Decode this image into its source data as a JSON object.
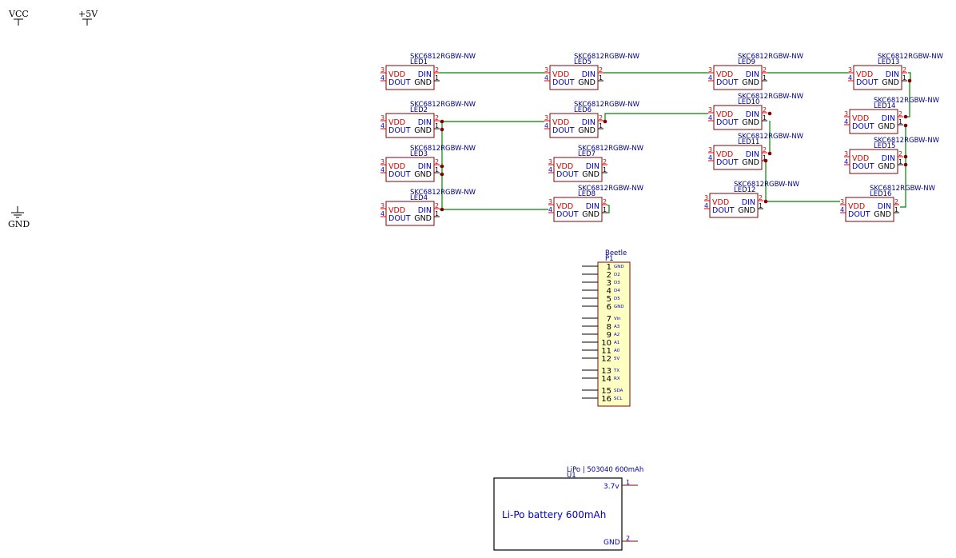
{
  "power": {
    "vcc": "VCC",
    "p5v": "+5V",
    "gnd": "GND"
  },
  "led_part": "SKC6812RGBW-NW",
  "leds": [
    {
      "ref": "LED1"
    },
    {
      "ref": "LED2"
    },
    {
      "ref": "LED3"
    },
    {
      "ref": "LED4"
    },
    {
      "ref": "LED5"
    },
    {
      "ref": "LED6"
    },
    {
      "ref": "LED7"
    },
    {
      "ref": "LED8"
    },
    {
      "ref": "LED9"
    },
    {
      "ref": "LED10"
    },
    {
      "ref": "LED11"
    },
    {
      "ref": "LED12"
    },
    {
      "ref": "LED13"
    },
    {
      "ref": "LED14"
    },
    {
      "ref": "LED15"
    },
    {
      "ref": "LED16"
    }
  ],
  "led_pins": {
    "vdd": "VDD",
    "dout": "DOUT",
    "din": "DIN",
    "gnd": "GND",
    "n_vdd": "3",
    "n_dout": "4",
    "n_din": "2",
    "n_gnd": "1"
  },
  "connector": {
    "name": "Beetle",
    "ref": "P1",
    "pins": [
      {
        "num": "1",
        "label": "GND"
      },
      {
        "num": "2",
        "label": "D2"
      },
      {
        "num": "3",
        "label": "D3"
      },
      {
        "num": "4",
        "label": "D4"
      },
      {
        "num": "5",
        "label": "D5"
      },
      {
        "num": "6",
        "label": "GND"
      },
      {
        "num": "7",
        "label": "Vin"
      },
      {
        "num": "8",
        "label": "A3"
      },
      {
        "num": "9",
        "label": "A2"
      },
      {
        "num": "10",
        "label": "A1"
      },
      {
        "num": "11",
        "label": "A0"
      },
      {
        "num": "12",
        "label": "5V"
      },
      {
        "num": "13",
        "label": "TX"
      },
      {
        "num": "14",
        "label": "RX"
      },
      {
        "num": "15",
        "label": "SDA"
      },
      {
        "num": "16",
        "label": "SCL"
      }
    ]
  },
  "battery": {
    "name": "LiPo | 503040 600mAh",
    "ref": "U1",
    "body": "Li-Po battery 600mAh",
    "pin1_label": "3.7v",
    "pin1_num": "1",
    "pin2_label": "GND",
    "pin2_num": "2"
  },
  "colors": {
    "component": "#840000",
    "fill": "#ffffc2",
    "pin": "#d40000",
    "pinname": "#0000c2",
    "label": "#000084",
    "wire": "#008400",
    "junction": "#840000",
    "text": "#000000"
  }
}
